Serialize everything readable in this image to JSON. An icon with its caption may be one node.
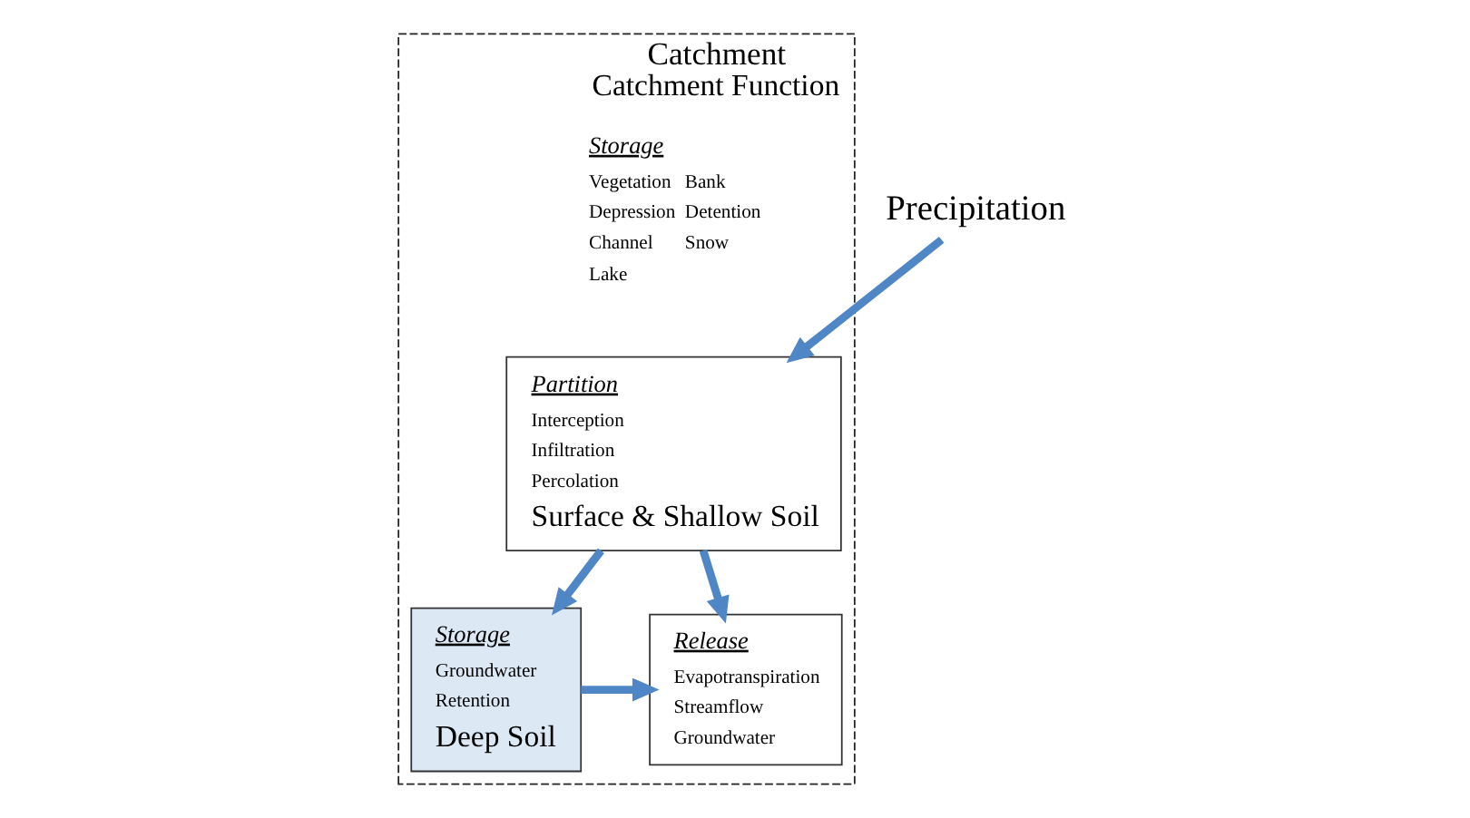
{
  "diagram": {
    "nodes": [
      {
        "text": [
          "Catchment",
          "Catchment Function"
        ]
      },
      {
        "text": [
          "Precipitation"
        ]
      },
      {
        "text": [
          "Partition",
          "Interception",
          "Infiltration",
          "Percolation",
          "Surface & Shallow Soil"
        ],
        "in": 0
      },
      {
        "text": [
          "Storage",
          "Groundwater",
          "Retention",
          "Deep Soil"
        ],
        "in": 0
      },
      {
        "text": [
          "Release",
          "Evapotranspiration",
          "Streamflow",
          "Groundwater"
        ],
        "in": 0
      }
    ],
    "edges": [
      {
        "from": 1,
        "to": 2,
        "arrow": "to"
      },
      {
        "from": 2,
        "to": 3,
        "arrow": "to"
      },
      {
        "from": 2,
        "to": 4,
        "arrow": "to"
      },
      {
        "from": 3,
        "to": 4,
        "arrow": "to"
      }
    ],
    "labels": [
      "Storage",
      "Vegetation",
      "Depression",
      "Channel",
      "Lake",
      "Bank",
      "Detention",
      "Snow"
    ]
  }
}
